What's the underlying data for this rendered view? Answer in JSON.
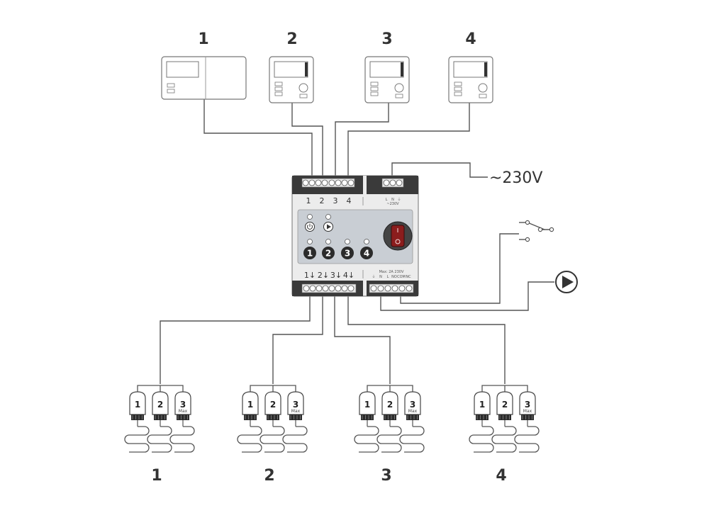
{
  "thermostats": [
    {
      "label": "1",
      "variant": "wide"
    },
    {
      "label": "2",
      "variant": "knob"
    },
    {
      "label": "3",
      "variant": "knob"
    },
    {
      "label": "4",
      "variant": "knob"
    }
  ],
  "controller": {
    "top_terminals": [
      "1",
      "2",
      "3",
      "4"
    ],
    "power_terminals": {
      "l": "L",
      "n": "N",
      "earth": "⏚",
      "supply": "~230V"
    },
    "zone_buttons": [
      "1",
      "2",
      "3",
      "4"
    ],
    "mode_icons": [
      "power-icon",
      "play-icon"
    ],
    "bottom_terminals": [
      "1↓",
      "2↓",
      "3↓",
      "4↓"
    ],
    "relay_terminals": [
      "⏚",
      "N",
      "L",
      "NO",
      "COM",
      "NC"
    ],
    "relay_note": "Max: 2A 230V"
  },
  "supply_label": "~230V",
  "zones": [
    {
      "label": "1",
      "actuators": [
        "1",
        "2",
        "3"
      ]
    },
    {
      "label": "2",
      "actuators": [
        "1",
        "2",
        "3"
      ]
    },
    {
      "label": "3",
      "actuators": [
        "1",
        "2",
        "3"
      ]
    },
    {
      "label": "4",
      "actuators": [
        "1",
        "2",
        "3"
      ]
    }
  ],
  "actuator_max_label": "Max",
  "colors": {
    "line": "#555555",
    "fill_dark": "#2b2b2b",
    "panel": "#c9ced4",
    "body": "#e8e8e8"
  }
}
